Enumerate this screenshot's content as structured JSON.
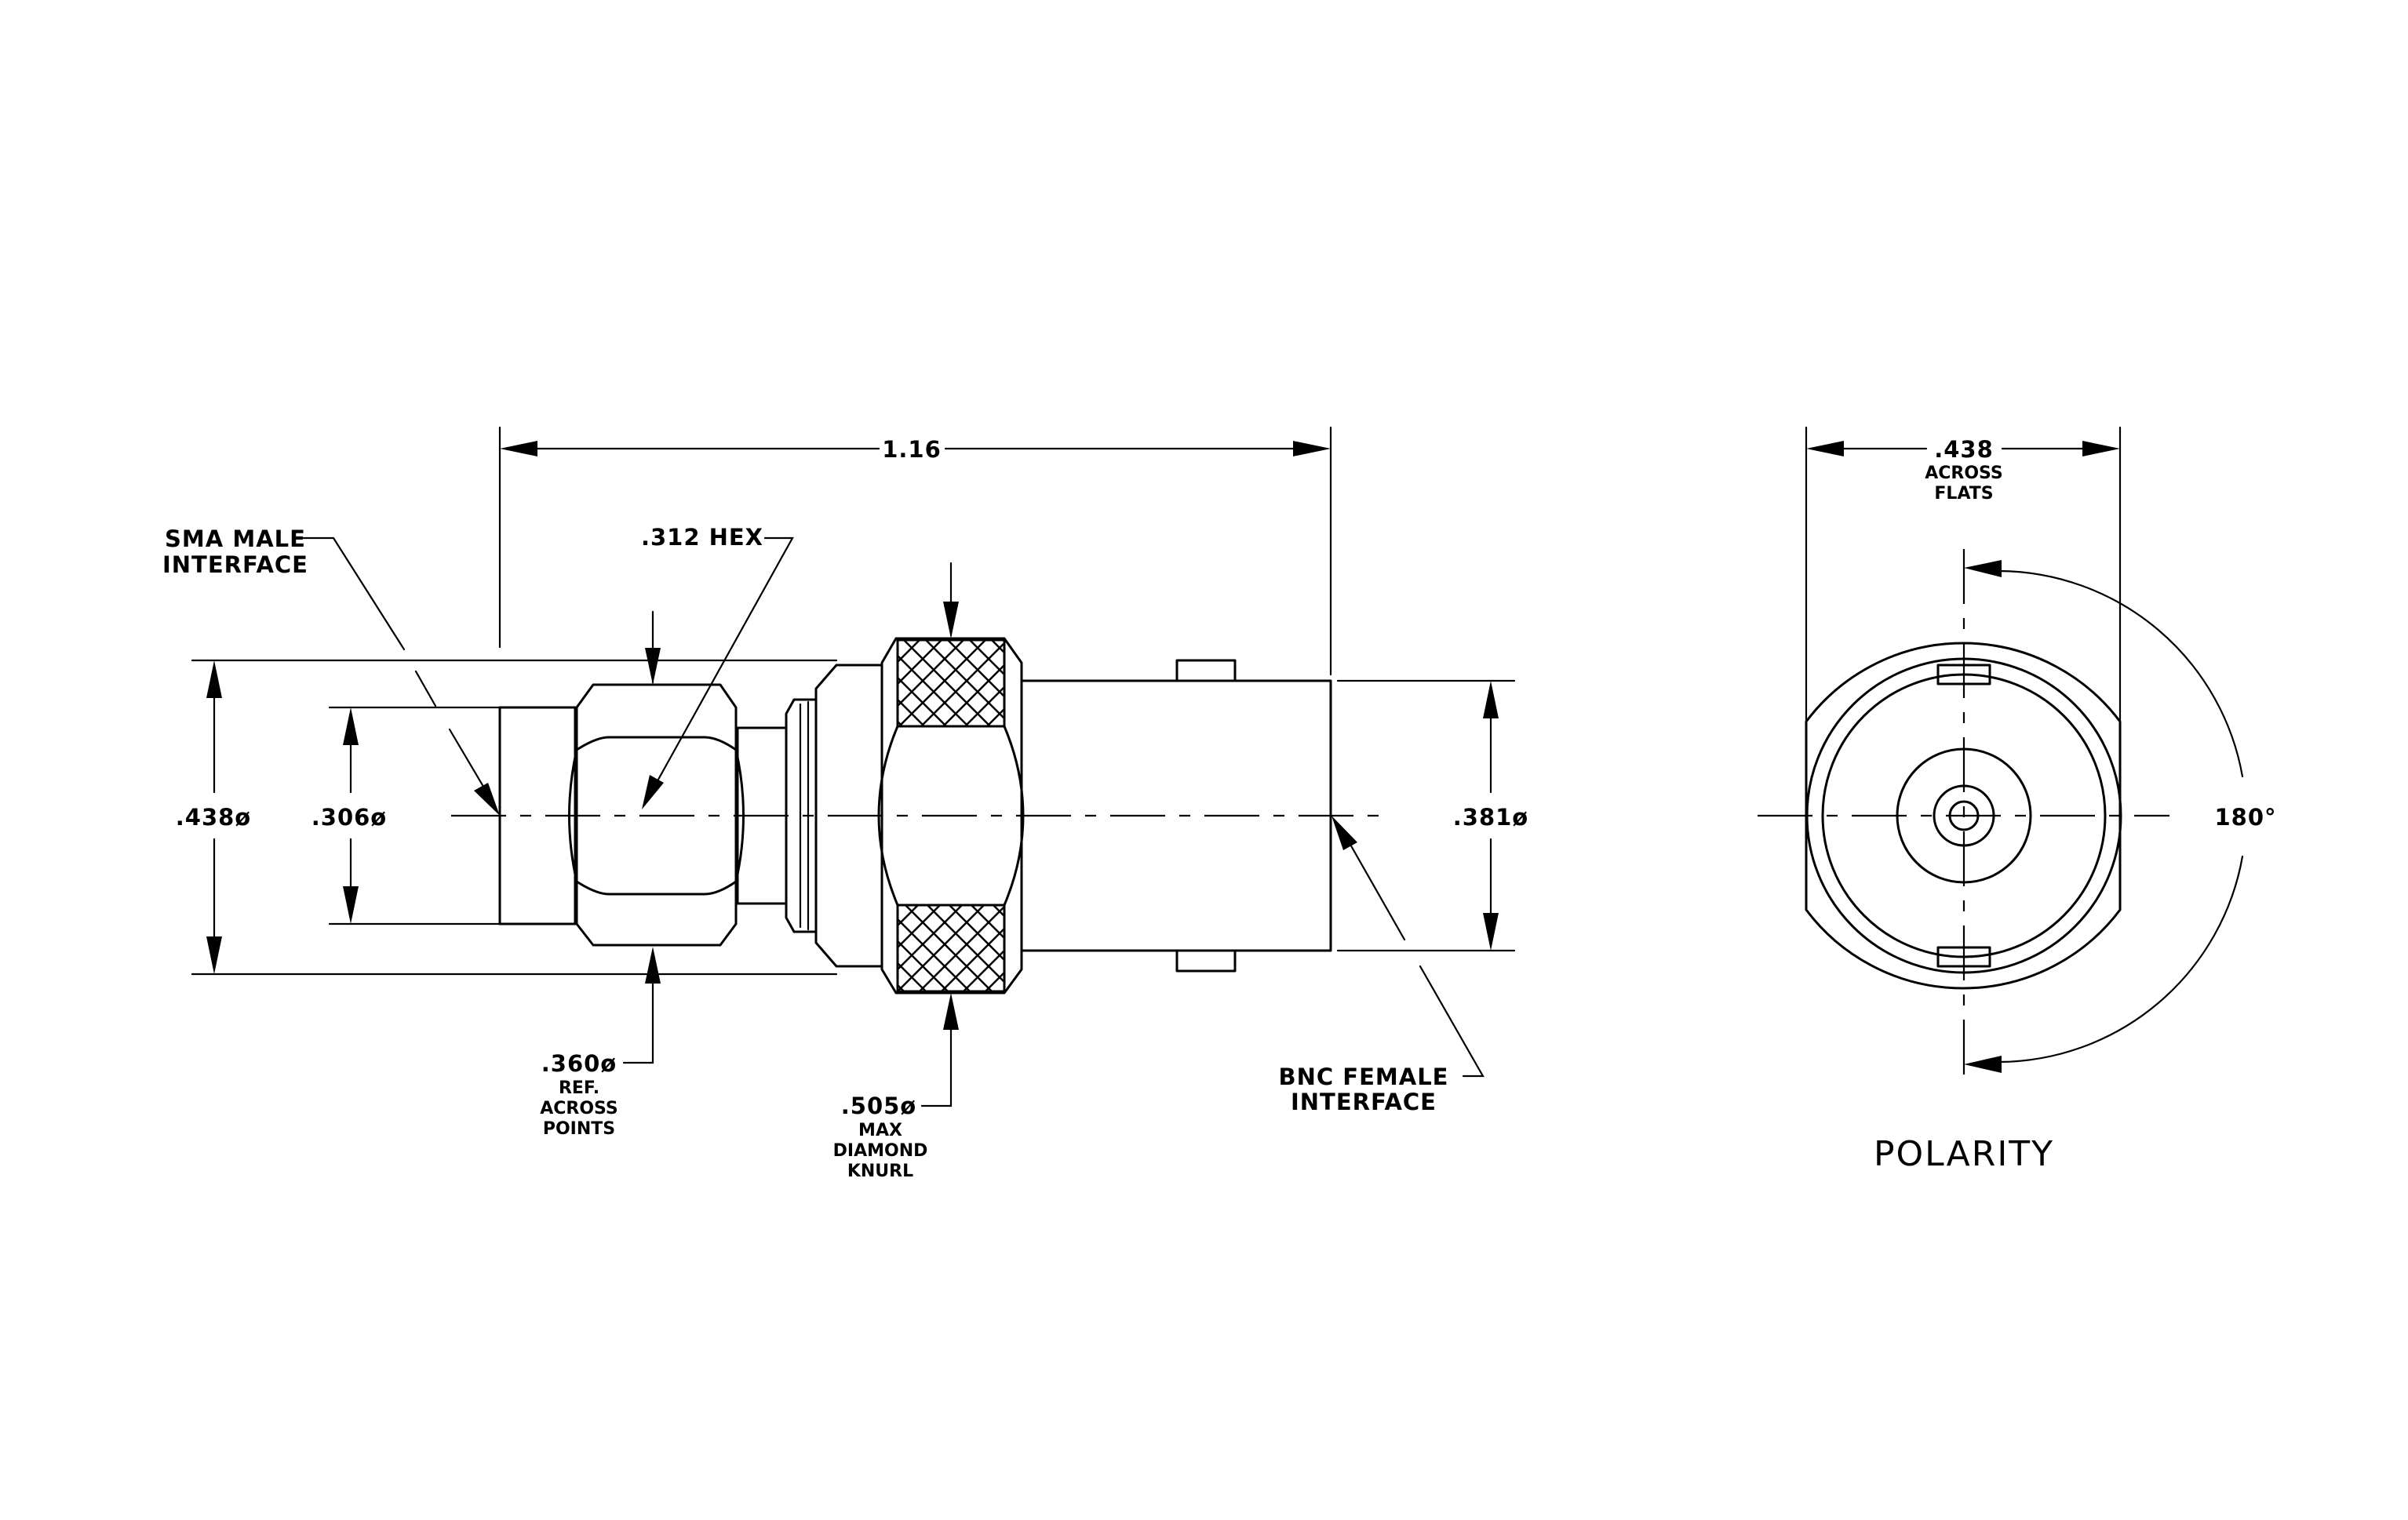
{
  "labels": {
    "overall_length": "1.16",
    "hex_size": ".312 HEX",
    "sma_line1": "SMA MALE",
    "sma_line2": "INTERFACE",
    "body_dia": ".438ø",
    "hex_dia": ".306ø",
    "bnc_dia": ".381ø",
    "hex_points_value": ".360ø",
    "hex_points_line2": "REF.",
    "hex_points_line3": "ACROSS",
    "hex_points_line4": "POINTS",
    "knurl_value": ".505ø",
    "knurl_line2": "MAX",
    "knurl_line3": "DIAMOND",
    "knurl_line4": "KNURL",
    "bnc_line1": "BNC FEMALE",
    "bnc_line2": "INTERFACE",
    "flats_value": ".438",
    "flats_line2": "ACROSS",
    "flats_line3": "FLATS",
    "angle": "180°",
    "polarity_title": "POLARITY"
  }
}
